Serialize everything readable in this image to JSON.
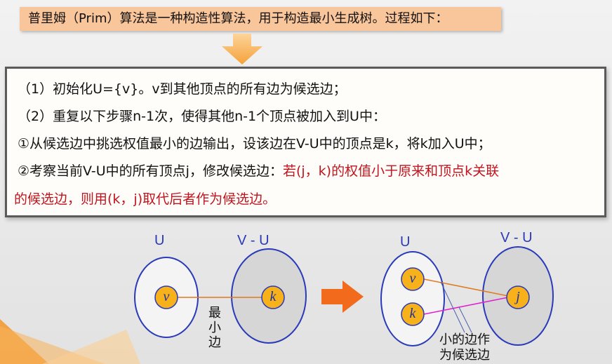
{
  "title": "普里姆（Prim）算法是一种构造性算法，用于构造最小生成树。过程如下：",
  "steps": {
    "line1": "（1）初始化U={v}。v到其他顶点的所有边为候选边；",
    "line2": "（2）重复以下步骤n-1次，使得其他n-1个顶点被加入到U中：",
    "line3": "①从候选边中挑选权值最小的边输出，设该边在V-U中的顶点是k，将k加入U中；",
    "line4_black": "②考察当前V-U中的所有顶点j，修改候选边：",
    "line4_red": "若(j，k)的权值小于原来和顶点k关联",
    "line5_red": "的候选边，则用(k，j)取代后者作为候选边。"
  },
  "diagram_left": {
    "set_u_label": "U",
    "set_vu_label": "V - U",
    "vertex_v": "v",
    "vertex_k": "k",
    "edge_label": "最小边"
  },
  "diagram_right": {
    "set_u_label": "U",
    "set_vu_label": "V - U",
    "vertex_v": "v",
    "vertex_k": "k",
    "vertex_j": "j",
    "note_line1": "小的边作",
    "note_line2": "为候选边"
  },
  "colors": {
    "title_bg": "#f9c59a",
    "accent_orange": "#f5a23a",
    "vertex_fill": "#f7b21b",
    "set_outline": "#2a3ab8",
    "red_text": "#c0141e",
    "magenta_edge": "#e020d0"
  }
}
